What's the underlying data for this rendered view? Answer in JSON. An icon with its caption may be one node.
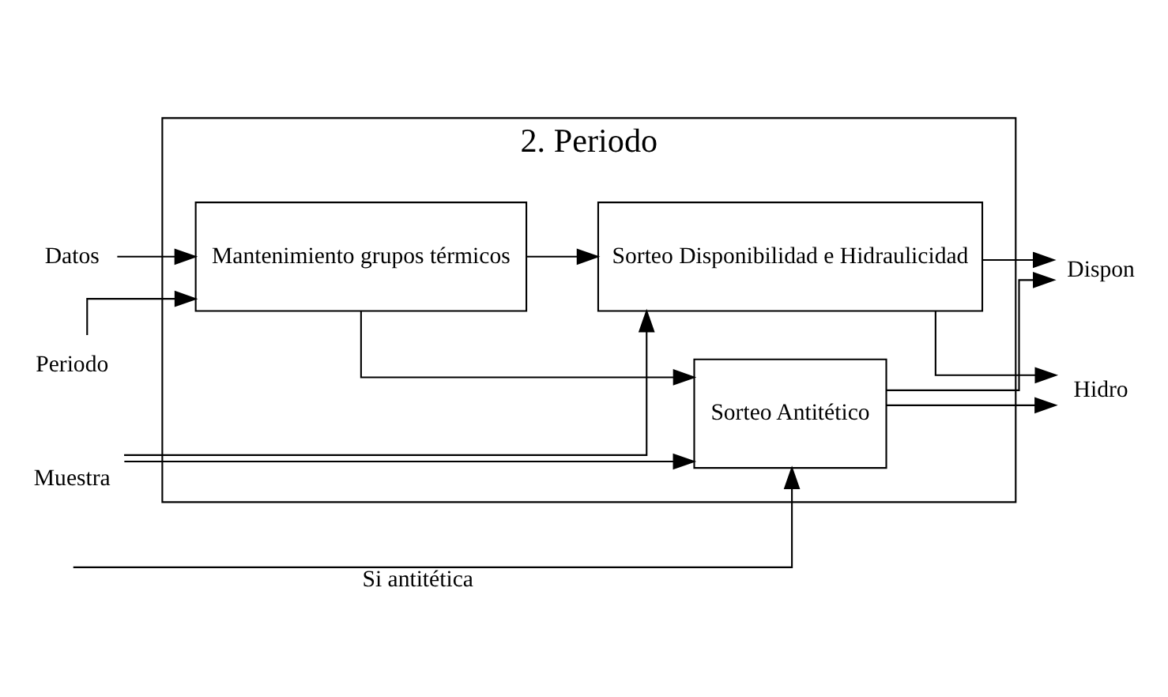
{
  "diagram": {
    "nodes": [
      {
        "text": [
          "2. Periodo"
        ]
      },
      {
        "text": [
          "Datos"
        ]
      },
      {
        "text": [
          "Mantenimiento grupos térmicos"
        ],
        "in": 0
      },
      {
        "text": [
          "Periodo"
        ]
      },
      {
        "text": [
          "Dispon"
        ]
      },
      {
        "text": [
          "Sorteo Disponibilidad e Hidraulicidad"
        ],
        "in": 0
      },
      {
        "text": [
          "Muestra"
        ]
      },
      {
        "text": [
          "Hidro"
        ]
      },
      {
        "text": [
          "Sorteo Antitético"
        ],
        "in": 0
      }
    ],
    "edges": [
      {
        "from": 1,
        "to": 2,
        "arrow": "to"
      },
      {
        "from": 3,
        "to": 2,
        "arrow": "to"
      },
      {
        "from": 2,
        "to": 5,
        "arrow": "to"
      },
      {
        "from": 2,
        "to": 8,
        "arrow": "to"
      },
      {
        "from": 6,
        "to": 5,
        "arrow": "to"
      },
      {
        "from": 6,
        "to": 8,
        "arrow": "to"
      },
      {
        "from": 5,
        "to": 4,
        "arrow": "to"
      },
      {
        "from": 8,
        "to": 4,
        "arrow": "to"
      },
      {
        "from": 5,
        "to": 7,
        "arrow": "to"
      },
      {
        "from": 8,
        "to": 7,
        "arrow": "to"
      },
      {
        "from": null,
        "to": 8,
        "arrow": "to",
        "label": "Si antitética"
      }
    ]
  }
}
